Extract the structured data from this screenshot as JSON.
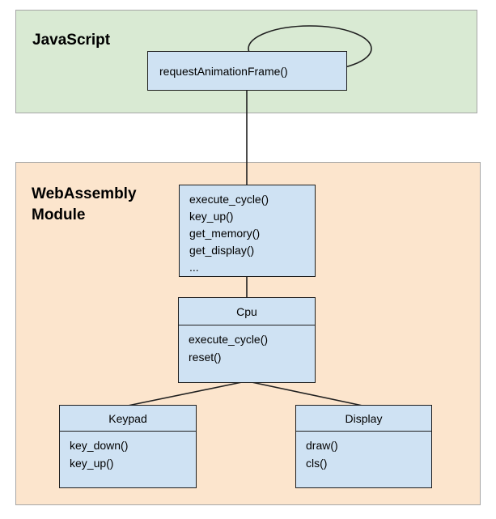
{
  "sections": {
    "javascript": {
      "label": "JavaScript"
    },
    "wasm": {
      "label": "WebAssembly Module"
    }
  },
  "nodes": {
    "raf": {
      "label": "requestAnimationFrame()"
    },
    "api": {
      "methods": [
        "execute_cycle()",
        "key_up()",
        "get_memory()",
        "get_display()",
        "..."
      ]
    },
    "cpu": {
      "title": "Cpu",
      "methods": [
        "execute_cycle()",
        "reset()"
      ]
    },
    "keypad": {
      "title": "Keypad",
      "methods": [
        "key_down()",
        "key_up()"
      ]
    },
    "display": {
      "title": "Display",
      "methods": [
        "draw()",
        "cls()"
      ]
    }
  },
  "connectors": {
    "raf_self_loop": "self-call loop on requestAnimationFrame",
    "raf_to_api": "requestAnimationFrame to wasm api",
    "api_to_cpu": "wasm api to Cpu",
    "cpu_to_keypad": "Cpu to Keypad",
    "cpu_to_display": "Cpu to Display"
  },
  "colors": {
    "section_javascript_fill": "#d9ead3",
    "section_wasm_fill": "#fce5cd",
    "section_border": "#a6a6a6",
    "node_fill": "#cfe2f3",
    "node_border": "#1f1f1f",
    "connector": "#1f1f1f",
    "text": "#000000"
  }
}
